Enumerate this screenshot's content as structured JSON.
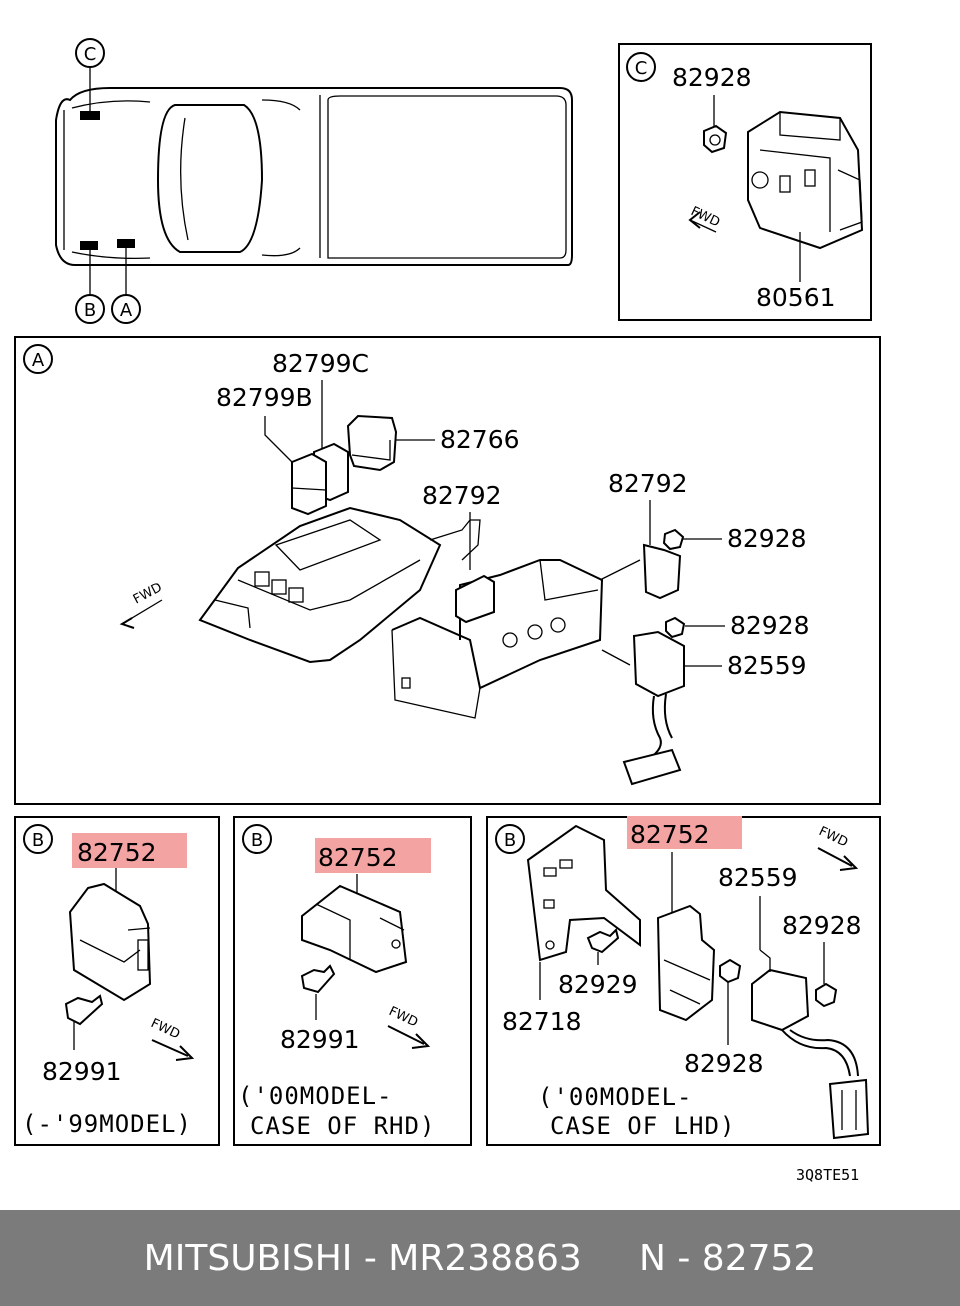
{
  "callouts": {
    "C": "C",
    "B": "B",
    "A": "A"
  },
  "parts": {
    "p82928": "82928",
    "p80561": "80561",
    "p82799C": "82799C",
    "p82799B": "82799B",
    "p82766": "82766",
    "p82792": "82792",
    "p82559": "82559",
    "p82752": "82752",
    "p82991": "82991",
    "p82929": "82929",
    "p82718": "82718"
  },
  "fwd": "FWD",
  "notes": {
    "b1": "(-'99MODEL)",
    "b2_l1": "('00MODEL-",
    "b2_l2": "CASE OF RHD)",
    "b3_l1": "('00MODEL-",
    "b3_l2": "CASE OF LHD)"
  },
  "drawing_code": "3Q8TE51",
  "footer": "MITSUBISHI - MR238863     N - 82752",
  "colors": {
    "highlight": "#f4a3a3",
    "footer_bg": "#7b7b7b",
    "footer_text": "#ffffff"
  }
}
